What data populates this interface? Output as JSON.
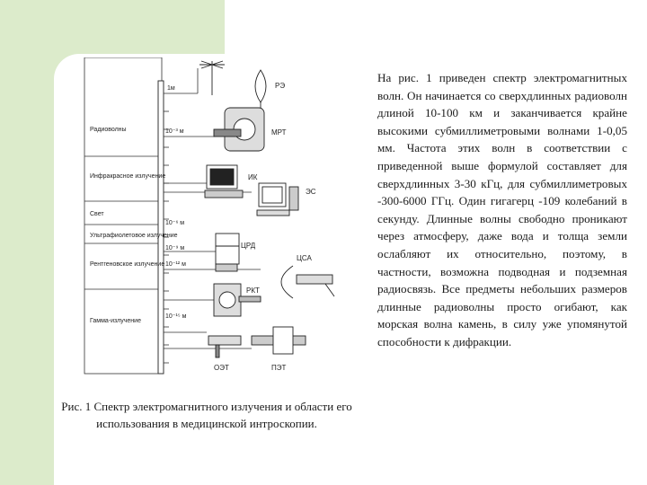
{
  "figure": {
    "band_labels": {
      "radio": "Радиоволны",
      "infrared": "Инфракрасное излучение",
      "light": "Свет",
      "ultraviolet": "Ультрафиолетовое излучение",
      "xray": "Рентгеновское излучение",
      "gamma": "Гамма-излучение"
    },
    "wavelength_marks": [
      "1м",
      "10⁻³ м",
      "10⁻⁶ м",
      "10⁻⁹ м",
      "10⁻¹² м",
      "10⁻¹⁵ м"
    ],
    "device_labels": [
      "РЭ",
      "МРТ",
      "ИК",
      "ЭС",
      "ЦРД",
      "ЦСА",
      "РКТ",
      "ОЭТ",
      "ПЭТ"
    ],
    "caption": "Рис. 1 Спектр электромагнитного излучения и области его использования в медицинской интроскопии."
  },
  "body_text": "На рис. 1 приведен спектр электромагнитных волн. Он начинается со сверхдлинных радиоволн длиной 10-100 км и заканчивается крайне высокими субмиллиметровыми волнами 1-0,05 мм. Частота этих волн в соответствии с приведенной выше формулой составляет для сверхдлинных 3-30 кГц, для субмиллиметровых -300-6000 ГГц. Один гигагерц -109 колебаний в секунду. Длинные волны свободно проникают через атмосферу, даже вода и толща земли ослабляют их относительно, поэтому, в частности, возможна подводная и подземная радиосвязь. Все предметы небольших размеров длинные радиоволны просто огибают, как морская волна камень, в силу уже упомянутой способности к дифракции."
}
